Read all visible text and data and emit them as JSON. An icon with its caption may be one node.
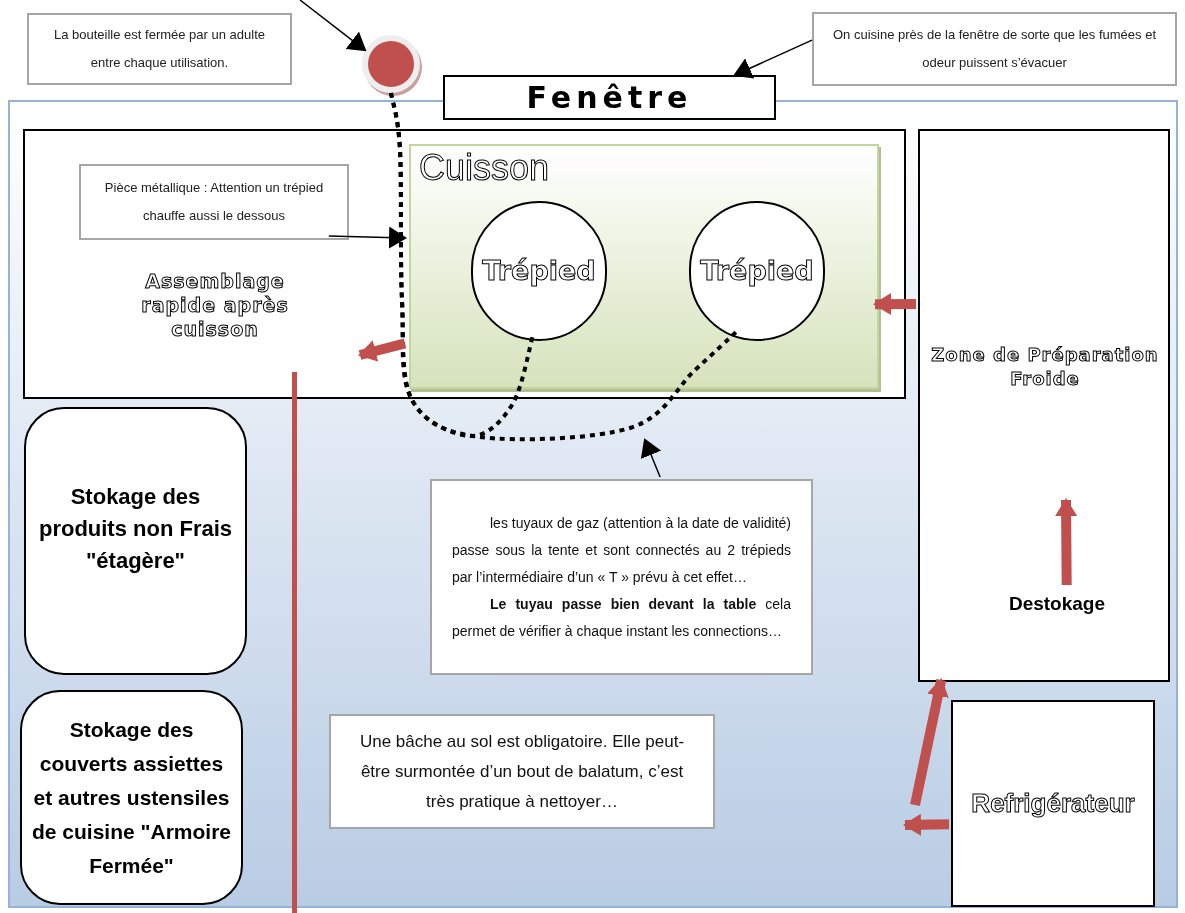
{
  "diagram": {
    "nodes": [
      {
        "text": [],
        "shape": "box"
      },
      {
        "text": [
          "La bouteille est fermée par un adulte entre chaque utilisation."
        ]
      },
      {
        "text": [],
        "shape": "circle"
      },
      {
        "text": [
          "Fenêtre"
        ]
      },
      {
        "text": [
          "On cuisine près de la fenêtre de sorte que les fumées et odeur puissent s’évacuer"
        ]
      },
      {
        "text": [
          "Assemblage rapide après cuisson"
        ],
        "in": 0
      },
      {
        "text": [
          "Pièce métallique : Attention un trépied chauffe aussi le dessous"
        ],
        "in": 5
      },
      {
        "text": [
          "Cuisson"
        ],
        "in": 5
      },
      {
        "text": [
          "Trépied"
        ],
        "in": 7
      },
      {
        "text": [
          "Trépied"
        ],
        "in": 7
      },
      {
        "text": [
          "Zone de Préparation Froide"
        ],
        "in": 0
      },
      {
        "text": [
          "Destokage"
        ],
        "in": 10
      },
      {
        "text": [
          "Stokage des produits non Frais \"étagère\""
        ],
        "in": 0
      },
      {
        "text": [
          "Stokage des couverts assiettes et autres ustensiles de cuisine \"Armoire Fermée\""
        ],
        "in": 0
      },
      {
        "text": [
          "les tuyaux de gaz (attention à la date de validité) passe sous la tente et sont connectés au 2 trépieds par l’intermédiaire d’un « T » prévu à cet effet…",
          "**Le tuyau passe bien devant la table** cela permet de vérifier à chaque instant les connections…"
        ],
        "in": 0
      },
      {
        "text": [
          "Une bâche au sol est obligatoire. Elle peut-être surmontée d’un bout de balatum, c’est très pratique à nettoyer…"
        ],
        "in": 0
      },
      {
        "text": [
          "Refrigérateur"
        ],
        "in": 0
      }
    ],
    "edges": [
      {
        "from": null,
        "to": 2,
        "arrow": "to"
      },
      {
        "from": 4,
        "to": 3,
        "arrow": "to"
      },
      {
        "from": 6,
        "to": 7,
        "arrow": "to"
      },
      {
        "from": 2,
        "to": 8,
        "arrow": "none",
        "style": "dashed"
      },
      {
        "from": 2,
        "to": 9,
        "arrow": "none",
        "style": "dashed"
      },
      {
        "from": 14,
        "to": null,
        "arrow": "to"
      },
      {
        "from": 10,
        "to": 7,
        "arrow": "to",
        "style": "thick",
        "color": "#c0504d"
      },
      {
        "from": 7,
        "to": null,
        "arrow": "to",
        "style": "thick",
        "color": "#c0504d"
      },
      {
        "from": 16,
        "to": null,
        "arrow": "to",
        "style": "thick",
        "color": "#c0504d"
      },
      {
        "from": null,
        "to": 10,
        "arrow": "to",
        "style": "thick",
        "color": "#c0504d"
      },
      {
        "from": 11,
        "to": null,
        "arrow": "to",
        "style": "thick",
        "color": "#c0504d"
      }
    ]
  }
}
